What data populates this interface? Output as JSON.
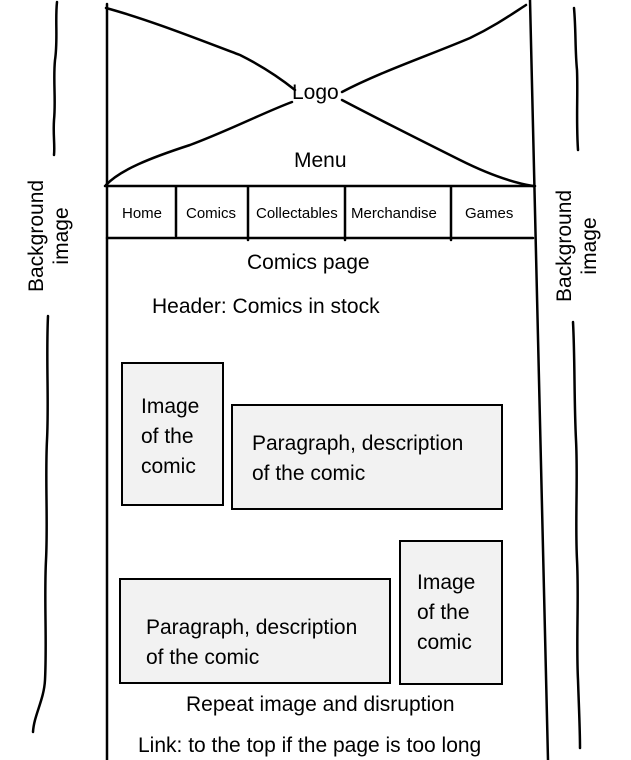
{
  "labels": {
    "logo": "Logo",
    "menu": "Menu",
    "page_title": "Comics page",
    "header": "Header: Comics in stock",
    "background_left": [
      "Background",
      "image"
    ],
    "background_right": [
      "Background",
      "image"
    ],
    "repeat_note": "Repeat image and disruption",
    "top_link_note": "Link: to the top if the page is too long"
  },
  "nav_items": [
    "Home",
    "Comics",
    "Collectables",
    "Merchandise",
    "Games"
  ],
  "comic_rows": [
    {
      "image": [
        "Image",
        "of the",
        "comic"
      ],
      "paragraph": [
        "Paragraph, description",
        "of the comic"
      ]
    },
    {
      "paragraph": [
        "Paragraph, description",
        "of the comic"
      ],
      "image": [
        "Image",
        "of the",
        "comic"
      ]
    }
  ]
}
